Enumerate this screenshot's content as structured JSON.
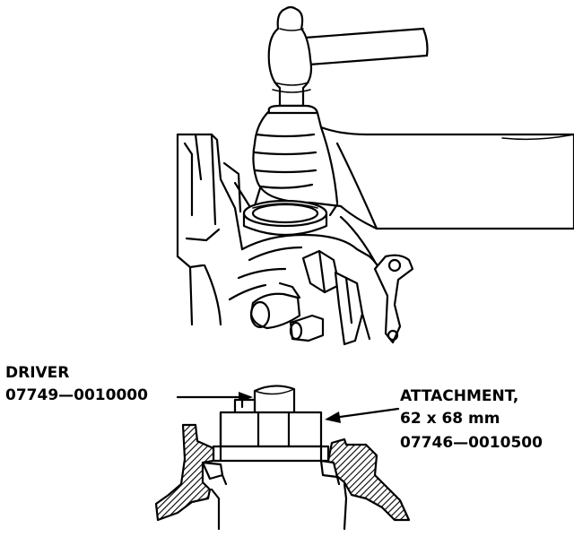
{
  "labels": {
    "driver_name": "DRIVER",
    "driver_part": "07749—0010000",
    "attachment_name": "ATTACHMENT,",
    "attachment_size": "62 x 68 mm",
    "attachment_part": "07746—0010500"
  },
  "colors": {
    "ink": "#000000",
    "background": "#ffffff"
  }
}
